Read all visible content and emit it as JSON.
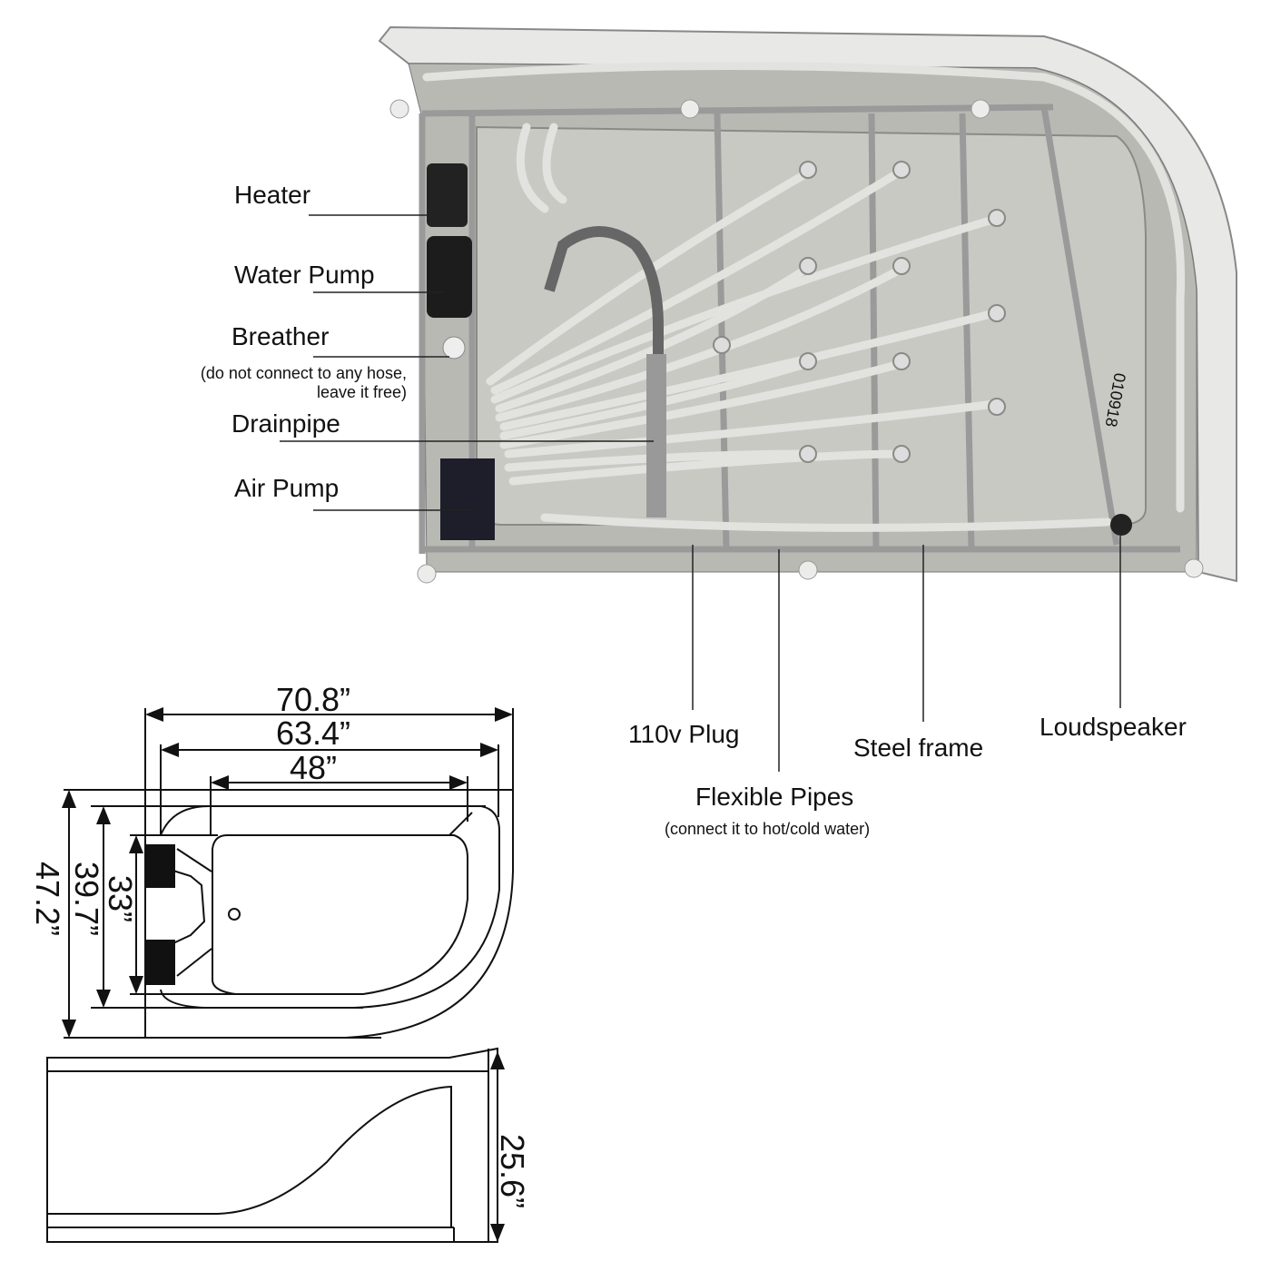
{
  "photo_labels": {
    "heater": "Heater",
    "water_pump": "Water Pump",
    "breather": "Breather",
    "breather_note_1": "(do not connect to any hose,",
    "breather_note_2": "leave it free)",
    "drainpipe": "Drainpipe",
    "air_pump": "Air Pump",
    "plug": "110v Plug",
    "flexible_pipes": "Flexible Pipes",
    "flexible_pipes_note": "(connect it to hot/cold water)",
    "steel_frame": "Steel frame",
    "loudspeaker": "Loudspeaker",
    "tub_marking": "010918"
  },
  "dimensions": {
    "overall_length": "70.8”",
    "inner_length": "63.4”",
    "basin_length": "48”",
    "overall_width": "47.2”",
    "inner_width": "39.7”",
    "basin_width": "33”",
    "height": "25.6”"
  },
  "colors": {
    "tub": "#c9c9c4",
    "frame": "#9a9a9a",
    "pipe": "#e2e2de"
  }
}
